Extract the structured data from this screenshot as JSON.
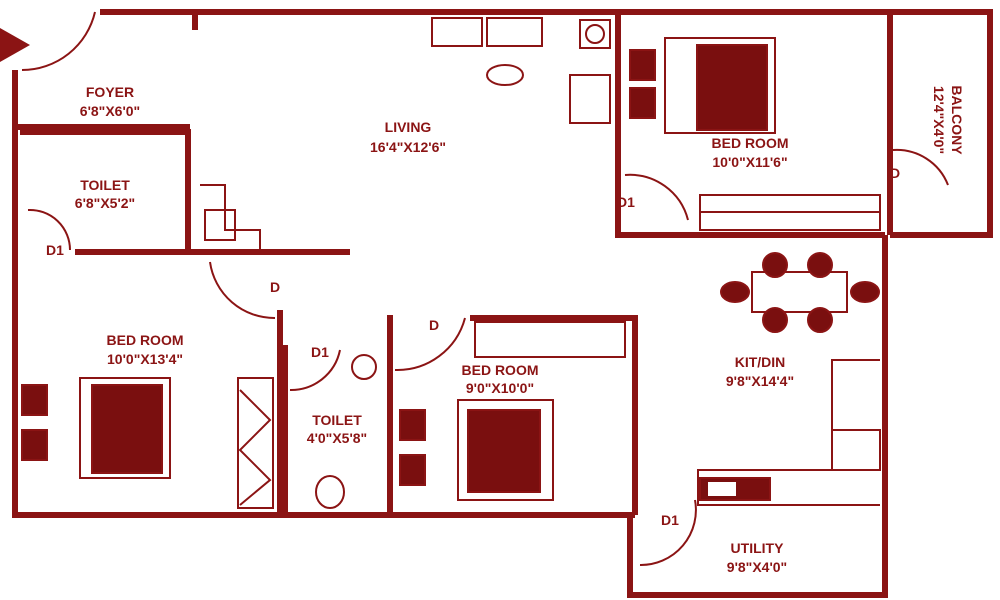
{
  "plan": {
    "colors": {
      "line": "#8b1414",
      "fill": "#7a0f0f",
      "background": "#ffffff"
    },
    "rooms": [
      {
        "name": "FOYER",
        "size": "6'8\"X6'0\""
      },
      {
        "name": "LIVING",
        "size": "16'4\"X12'6\""
      },
      {
        "name": "BED ROOM",
        "size": "10'0\"X11'6\""
      },
      {
        "name": "BALCONY",
        "size": "12'4\"X4'0\""
      },
      {
        "name": "TOILET",
        "size": "6'8\"X5'2\""
      },
      {
        "name": "BED ROOM",
        "size": "10'0\"X13'4\""
      },
      {
        "name": "TOILET",
        "size": "4'0\"X5'8\""
      },
      {
        "name": "BED ROOM",
        "size": "9'0\"X10'0\""
      },
      {
        "name": "KIT/DIN",
        "size": "9'8\"X14'4\""
      },
      {
        "name": "UTILITY",
        "size": "9'8\"X4'0\""
      }
    ],
    "doors": [
      "D1",
      "D",
      "D1",
      "D",
      "D1",
      "D",
      "D1"
    ]
  }
}
